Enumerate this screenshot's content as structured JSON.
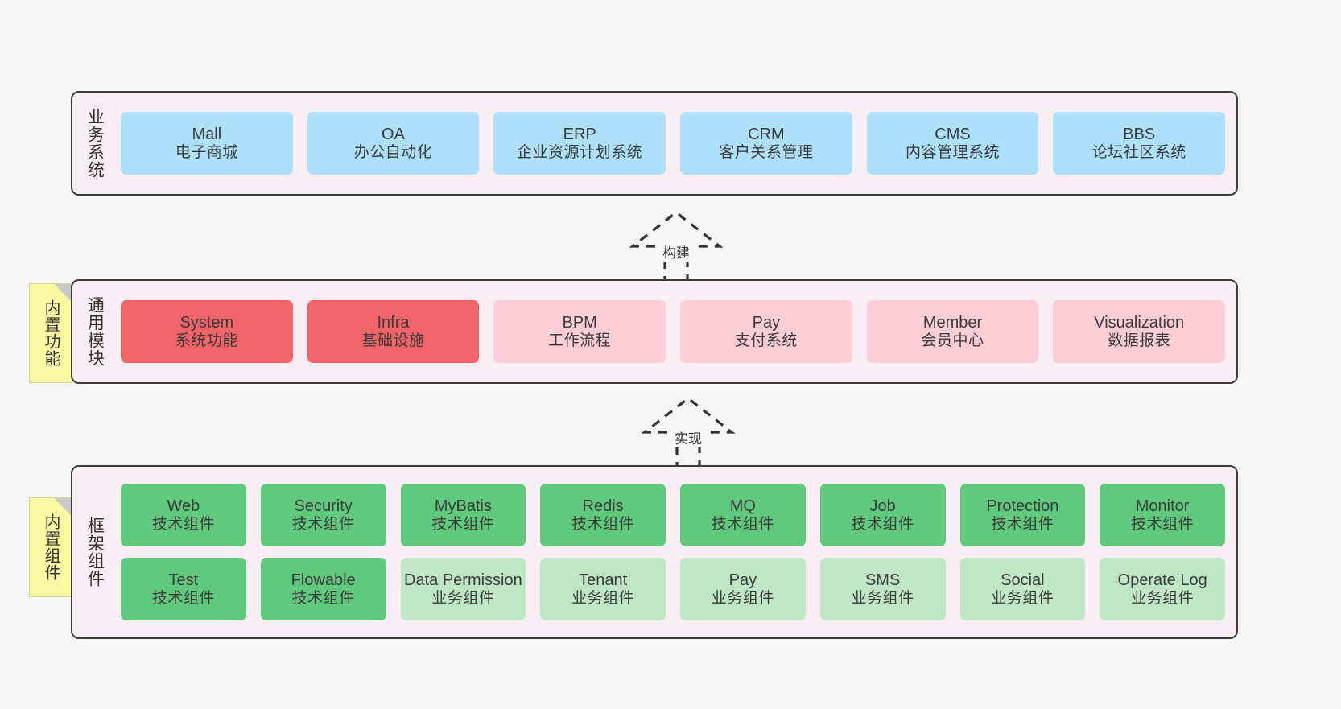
{
  "layers": [
    {
      "id": "business",
      "title": "业务系统",
      "note": null,
      "rows": [
        {
          "cards": [
            {
              "en": "Mall",
              "cn": "电子商城",
              "style": "blue"
            },
            {
              "en": "OA",
              "cn": "办公自动化",
              "style": "blue"
            },
            {
              "en": "ERP",
              "cn": "企业资源计划系统",
              "style": "blue"
            },
            {
              "en": "CRM",
              "cn": "客户关系管理",
              "style": "blue"
            },
            {
              "en": "CMS",
              "cn": "内容管理系统",
              "style": "blue"
            },
            {
              "en": "BBS",
              "cn": "论坛社区系统",
              "style": "blue"
            }
          ]
        }
      ]
    },
    {
      "id": "common",
      "title": "通用模块",
      "note": "内置功能",
      "rows": [
        {
          "cards": [
            {
              "en": "System",
              "cn": "系统功能",
              "style": "red"
            },
            {
              "en": "Infra",
              "cn": "基础设施",
              "style": "red"
            },
            {
              "en": "BPM",
              "cn": "工作流程",
              "style": "pink"
            },
            {
              "en": "Pay",
              "cn": "支付系统",
              "style": "pink"
            },
            {
              "en": "Member",
              "cn": "会员中心",
              "style": "pink"
            },
            {
              "en": "Visualization",
              "cn": "数据报表",
              "style": "pink"
            }
          ]
        }
      ]
    },
    {
      "id": "framework",
      "title": "框架组件",
      "note": "内置组件",
      "rows": [
        {
          "cards": [
            {
              "en": "Web",
              "cn": "技术组件",
              "style": "green"
            },
            {
              "en": "Security",
              "cn": "技术组件",
              "style": "green"
            },
            {
              "en": "MyBatis",
              "cn": "技术组件",
              "style": "green"
            },
            {
              "en": "Redis",
              "cn": "技术组件",
              "style": "green"
            },
            {
              "en": "MQ",
              "cn": "技术组件",
              "style": "green"
            },
            {
              "en": "Job",
              "cn": "技术组件",
              "style": "green"
            },
            {
              "en": "Protection",
              "cn": "技术组件",
              "style": "green"
            },
            {
              "en": "Monitor",
              "cn": "技术组件",
              "style": "green"
            }
          ]
        },
        {
          "cards": [
            {
              "en": "Test",
              "cn": "技术组件",
              "style": "green"
            },
            {
              "en": "Flowable",
              "cn": "技术组件",
              "style": "green"
            },
            {
              "en": "Data Permission",
              "cn": "业务组件",
              "style": "lightgreen"
            },
            {
              "en": "Tenant",
              "cn": "业务组件",
              "style": "lightgreen"
            },
            {
              "en": "Pay",
              "cn": "业务组件",
              "style": "lightgreen"
            },
            {
              "en": "SMS",
              "cn": "业务组件",
              "style": "lightgreen"
            },
            {
              "en": "Social",
              "cn": "业务组件",
              "style": "lightgreen"
            },
            {
              "en": "Operate Log",
              "cn": "业务组件",
              "style": "lightgreen"
            }
          ]
        }
      ]
    }
  ],
  "connectors": [
    {
      "id": "build",
      "label": "构建"
    },
    {
      "id": "implement",
      "label": "实现"
    }
  ],
  "colors": {
    "background": "#f7f7f7",
    "layer_fill": "#faeef5",
    "layer_border": "#3c3c3c",
    "blue": "#ace0fb",
    "red": "#f0646a",
    "pink": "#fbcdd6",
    "green": "#5fc97d",
    "lightgreen": "#bfe7c6",
    "note_fill": "#fbf8a2",
    "note_fold": "#c9c9c9"
  }
}
